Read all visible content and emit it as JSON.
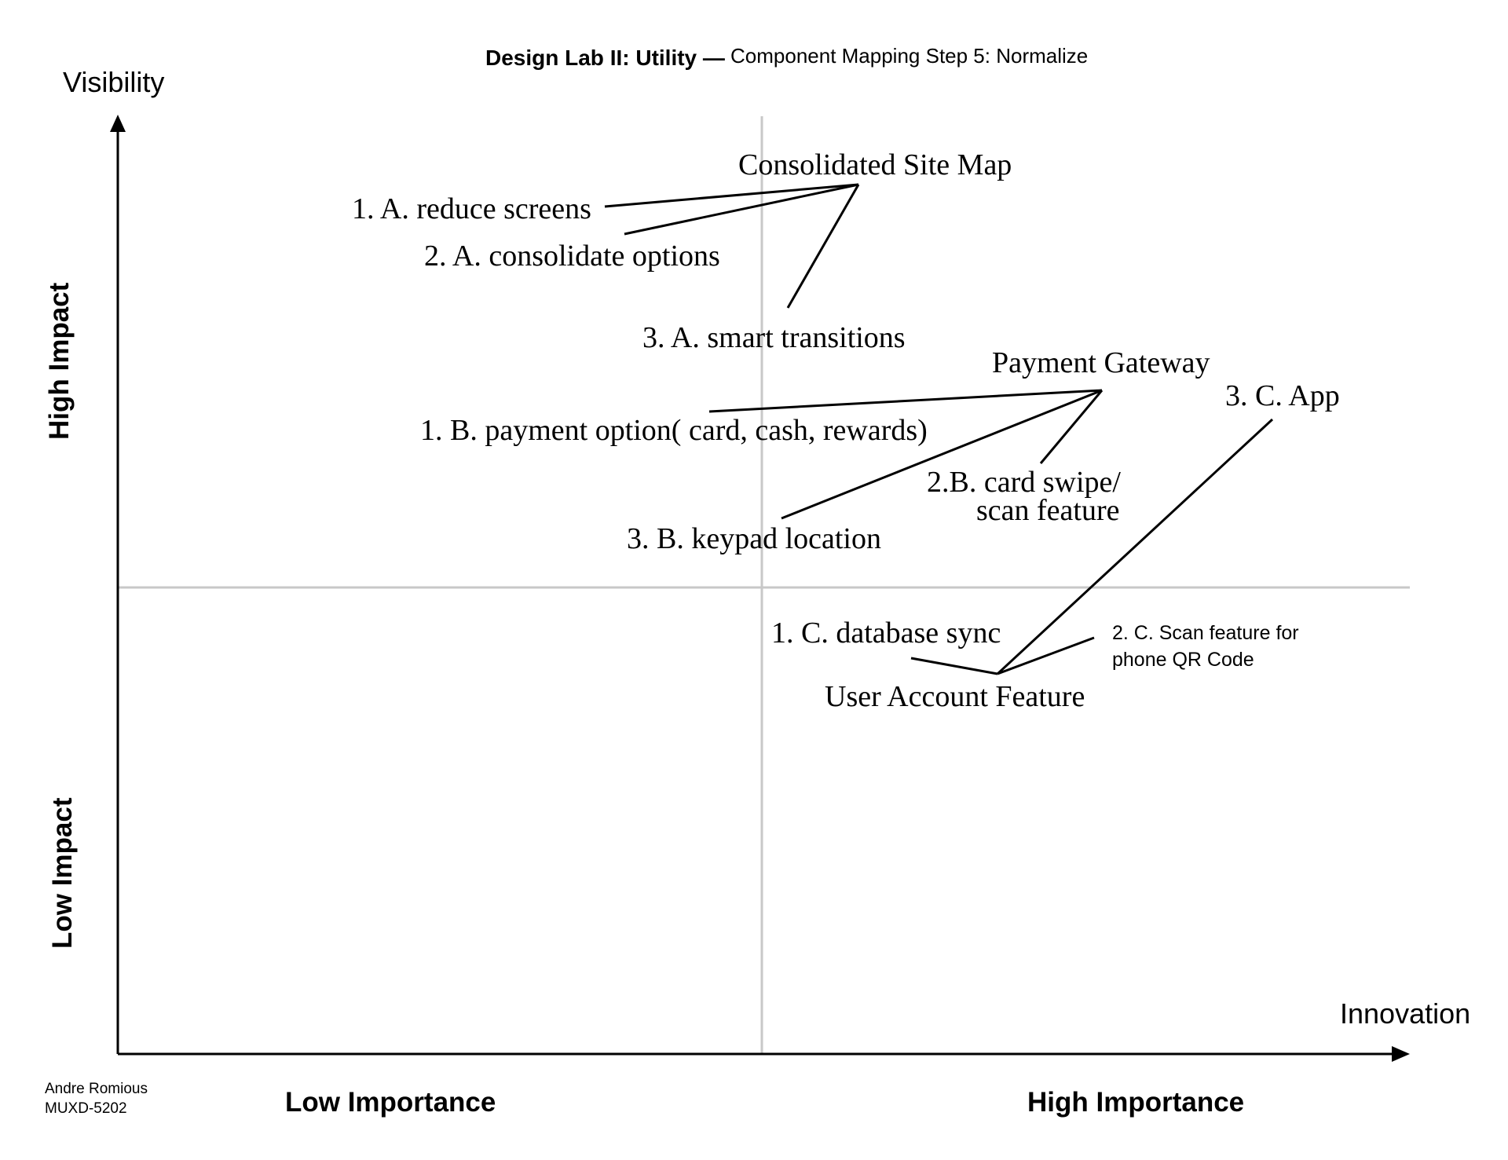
{
  "title": {
    "bold": "Design Lab II: Utility —",
    "sub": "Component Mapping Step 5: Normalize"
  },
  "axes": {
    "y_label": "Visibility",
    "x_label": "Innovation",
    "y_high": "High Impact",
    "y_low": "Low Impact",
    "x_low": "Low Importance",
    "x_high": "High Importance"
  },
  "credit": {
    "name": "Andre Romious",
    "course": "MUXD-5202"
  },
  "groups": {
    "a": {
      "hub": "Consolidated Site Map",
      "items": [
        "1.   A. reduce screens",
        "2. A. consolidate options",
        "3. A. smart transitions"
      ]
    },
    "b": {
      "hub": "Payment  Gateway",
      "items": [
        "1.   B. payment option( card, cash, rewards)",
        "2.B. card swipe/",
        "scan feature",
        "3. B. keypad location"
      ]
    },
    "c": {
      "hub": "User Account Feature",
      "items": [
        "1.   C. database sync",
        "2. C. Scan feature for",
        "phone QR Code",
        "3. C. App"
      ]
    }
  },
  "colors": {
    "axis": "#000000",
    "divider": "#c8c8c8",
    "line": "#000000"
  }
}
